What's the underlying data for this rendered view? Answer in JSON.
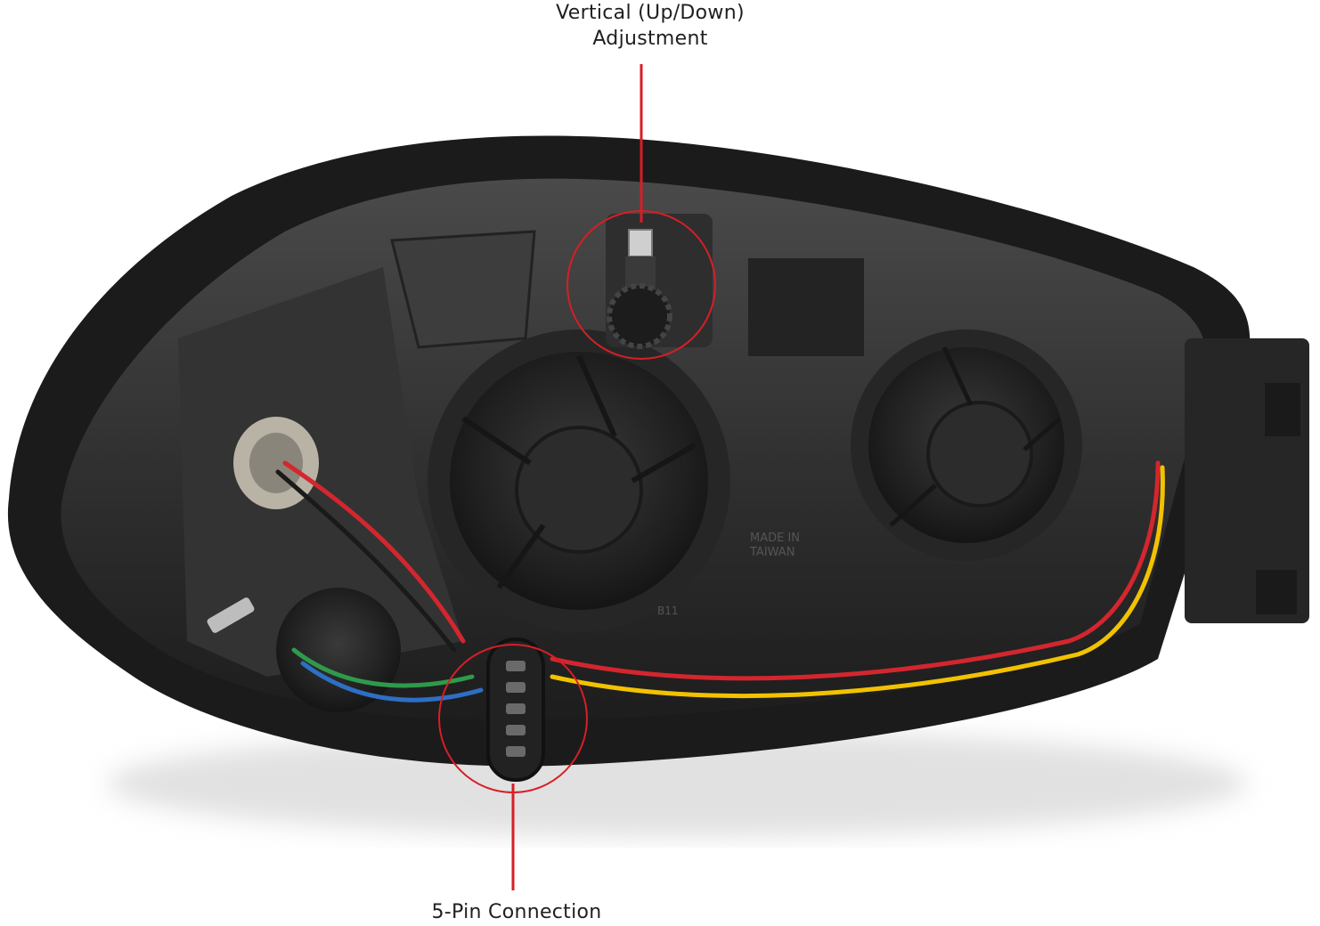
{
  "callouts": {
    "vertical_adjustment": {
      "line1": "Vertical (Up/Down)",
      "line2": "Adjustment"
    },
    "pin_connection": {
      "label": "5-Pin Connection"
    }
  },
  "colors": {
    "accent_red": "#d61f26",
    "housing_dark": "#2a2a2a",
    "housing_mid": "#3c3c3c",
    "wire_red": "#d3262e",
    "wire_yellow": "#f2c200",
    "wire_green": "#2f9a4a",
    "wire_blue": "#2d6fc4"
  },
  "product_text": {
    "made_in": "MADE IN",
    "country": "TAIWAN",
    "part_mark": "B11"
  }
}
